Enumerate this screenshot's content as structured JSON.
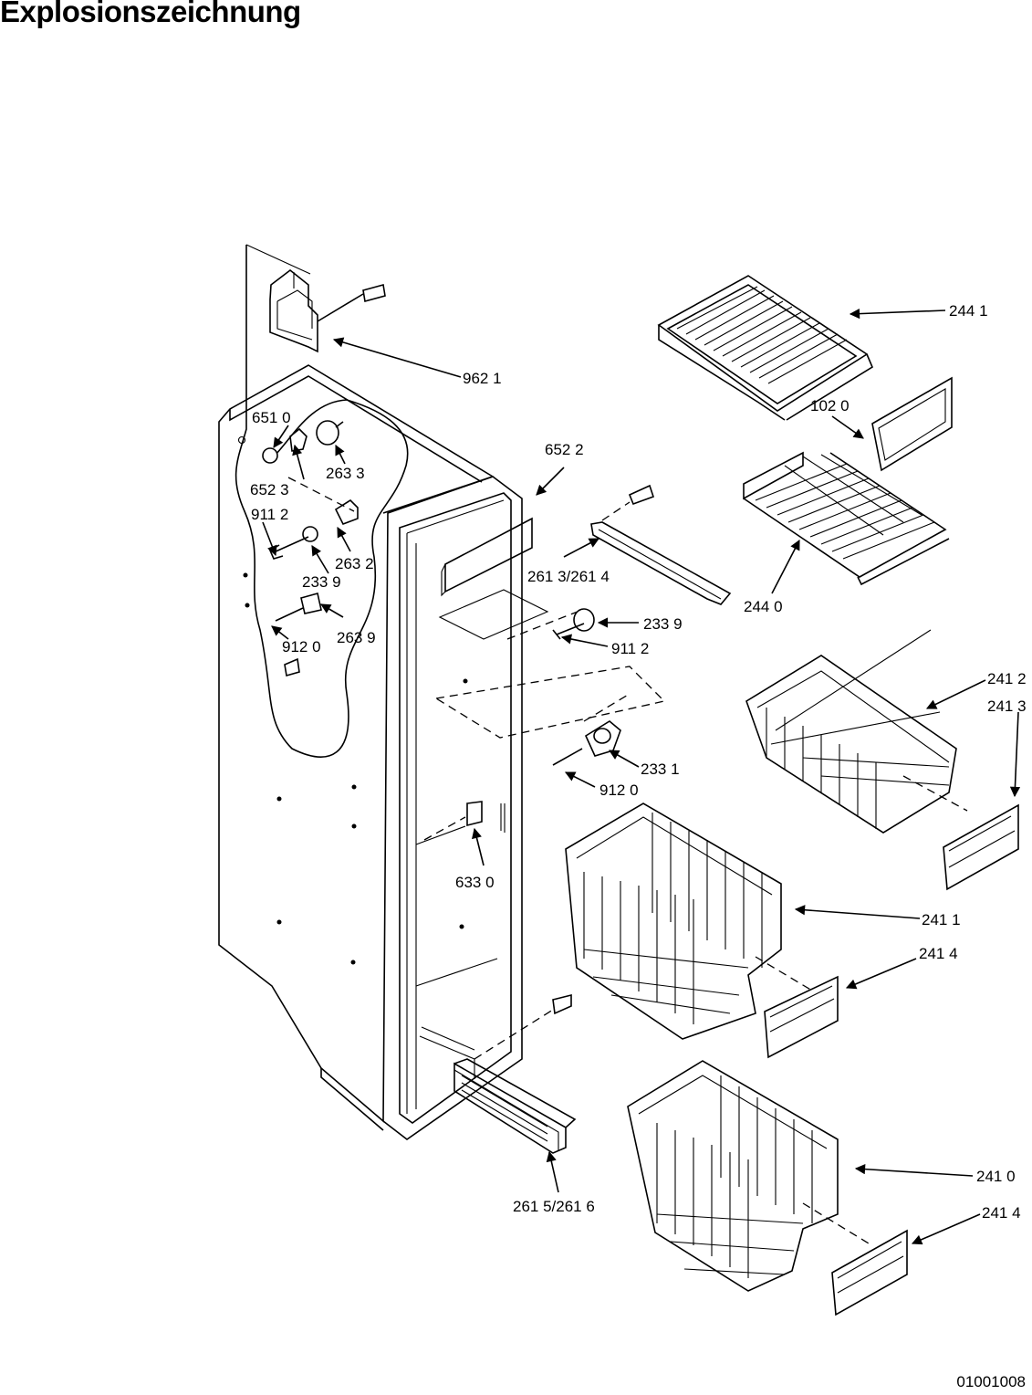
{
  "title": "Explosionszeichnung",
  "doc_number": "01001008",
  "callouts": [
    {
      "id": "c-9621",
      "label": "962 1"
    },
    {
      "id": "c-6510",
      "label": "651 0"
    },
    {
      "id": "c-2633",
      "label": "263 3"
    },
    {
      "id": "c-6523",
      "label": "652 3"
    },
    {
      "id": "c-9112a",
      "label": "911 2"
    },
    {
      "id": "c-2632",
      "label": "263 2"
    },
    {
      "id": "c-2339a",
      "label": "233 9"
    },
    {
      "id": "c-9120a",
      "label": "912 0"
    },
    {
      "id": "c-2639",
      "label": "263 9"
    },
    {
      "id": "c-6522",
      "label": "652 2"
    },
    {
      "id": "c-2613",
      "label": "261 3/261 4"
    },
    {
      "id": "c-2339b",
      "label": "233 9"
    },
    {
      "id": "c-9112b",
      "label": "911 2"
    },
    {
      "id": "c-2331",
      "label": "233 1"
    },
    {
      "id": "c-9120b",
      "label": "912 0"
    },
    {
      "id": "c-6330",
      "label": "633 0"
    },
    {
      "id": "c-2441",
      "label": "244 1"
    },
    {
      "id": "c-1020",
      "label": "102 0"
    },
    {
      "id": "c-2440",
      "label": "244 0"
    },
    {
      "id": "c-2412",
      "label": "241 2"
    },
    {
      "id": "c-2413",
      "label": "241 3"
    },
    {
      "id": "c-2411",
      "label": "241 1"
    },
    {
      "id": "c-2414a",
      "label": "241 4"
    },
    {
      "id": "c-2410",
      "label": "241 0"
    },
    {
      "id": "c-2414b",
      "label": "241 4"
    },
    {
      "id": "c-2615",
      "label": "261 5/261 6"
    }
  ]
}
